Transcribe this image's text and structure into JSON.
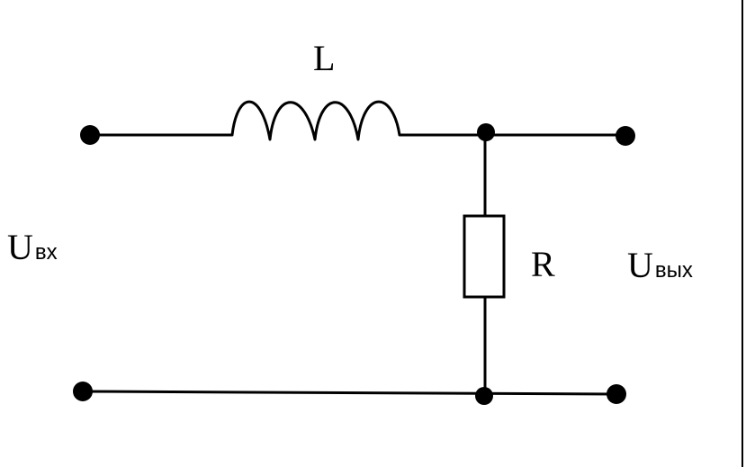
{
  "components": {
    "inductor": {
      "label": "L"
    },
    "resistor": {
      "label": "R"
    }
  },
  "terminals": {
    "input": {
      "symbol": "U",
      "subscript": "вх"
    },
    "output": {
      "symbol": "U",
      "subscript": "вых"
    }
  },
  "colors": {
    "wire": "#000000",
    "background": "#ffffff"
  }
}
